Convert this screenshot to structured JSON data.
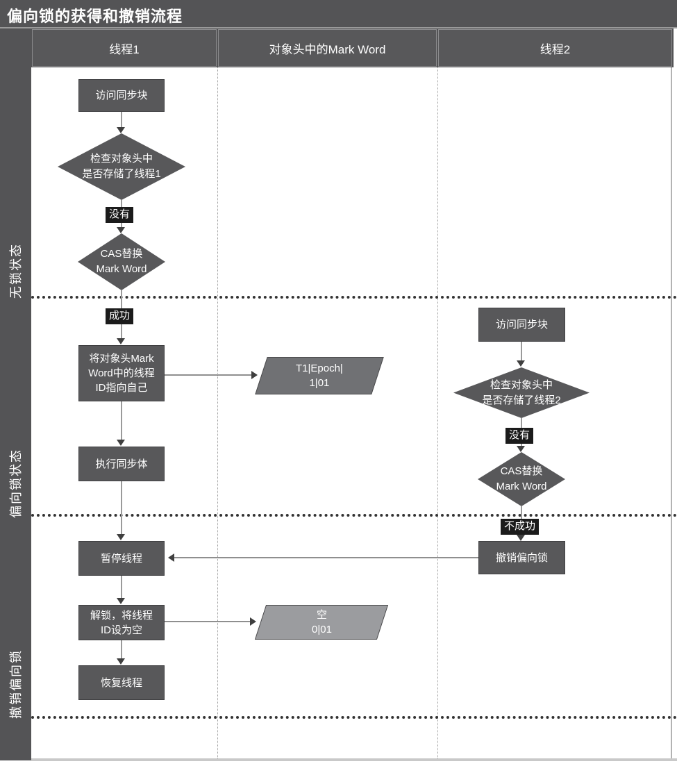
{
  "title": "偏向锁的获得和撤销流程",
  "lanes": [
    {
      "label": "线程1"
    },
    {
      "label": "对象头中的Mark Word"
    },
    {
      "label": "线程2"
    }
  ],
  "stages": [
    {
      "label": "无锁状态"
    },
    {
      "label": "偏向锁状态"
    },
    {
      "label": "撤销偏向锁"
    }
  ],
  "thread1": {
    "access": "访问同步块",
    "check": "检查对象头中\n是否存储了线程1",
    "no_badge": "没有",
    "cas": "CAS替换\nMark Word",
    "success_badge": "成功",
    "set_id": "将对象头Mark\nWord中的线程\nID指向自己",
    "exec": "执行同步体",
    "pause": "暂停线程",
    "unlock": "解锁，将线程\nID设为空",
    "resume": "恢复线程"
  },
  "markword": {
    "biased": "T1|Epoch|\n1|01",
    "empty": "空\n0|01"
  },
  "thread2": {
    "access": "访问同步块",
    "check": "检查对象头中\n是否存储了线程2",
    "no_badge": "没有",
    "cas": "CAS替换\nMark Word",
    "fail_badge": "不成功",
    "revoke": "撤销偏向锁"
  },
  "colors": {
    "canvas_dark": "#545456",
    "node_fill": "#58585a",
    "badge_bg": "#1b1b1b",
    "parallelogram_biased": "#707174",
    "parallelogram_empty": "#9b9c9f",
    "connector": "#8f8f8f",
    "stage_dash": "#333333",
    "lane_bg": "#ffffff"
  }
}
